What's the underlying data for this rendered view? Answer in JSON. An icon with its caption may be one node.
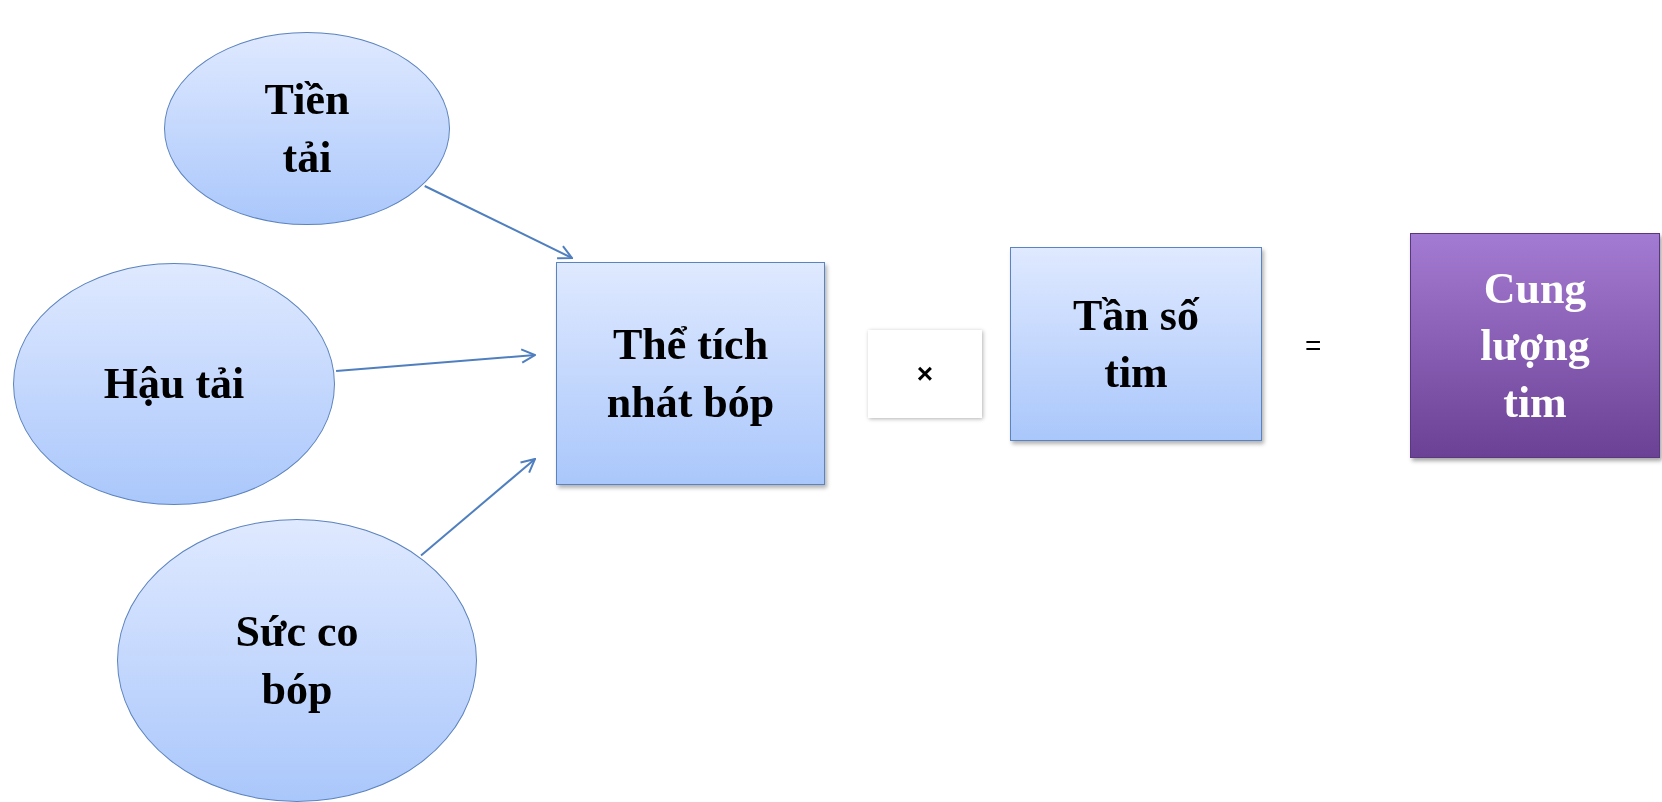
{
  "diagram": {
    "nodes": [
      {
        "text": [
          "Tiền tải"
        ]
      },
      {
        "text": [
          "Hậu tải"
        ]
      },
      {
        "text": [
          "Sức co bóp"
        ]
      },
      {
        "text": [
          "Thể tích nhát bóp"
        ]
      },
      {
        "text": [
          "×"
        ]
      },
      {
        "text": [
          "Tần số tim"
        ]
      },
      {
        "text": [
          "Cung lượng tim"
        ]
      }
    ],
    "edges": [
      {
        "from": 0,
        "to": 3,
        "arrow": "to"
      },
      {
        "from": 1,
        "to": 3,
        "arrow": "to"
      },
      {
        "from": 2,
        "to": 3,
        "arrow": "to"
      }
    ],
    "labels": [
      "="
    ]
  }
}
